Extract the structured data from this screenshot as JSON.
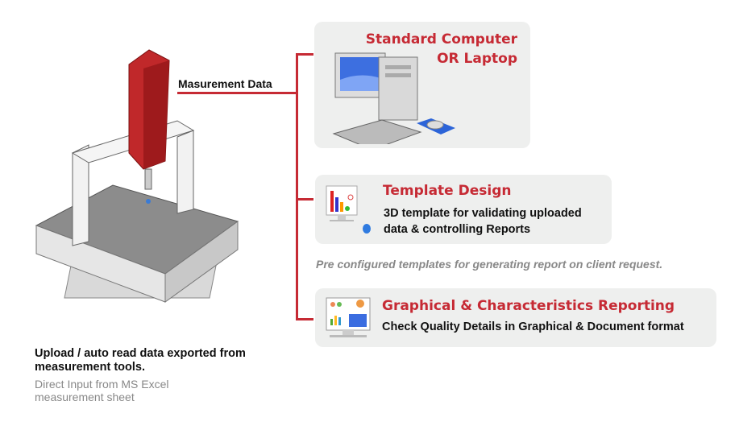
{
  "machine": {
    "label": "Masurement Data"
  },
  "left_text": {
    "primary": "Upload / auto read data exported from measurement tools.",
    "secondary": "Direct Input from MS Excel measurement sheet"
  },
  "cards": [
    {
      "title_line1": "Standard Computer",
      "title_line2": "OR Laptop"
    },
    {
      "title": "Template Design",
      "description_line1": "3D template for validating uploaded",
      "description_line2": "data & controlling Reports"
    },
    {
      "title": "Graphical & Characteristics Reporting",
      "description": "Check Quality Details in Graphical & Document format"
    }
  ],
  "note": "Pre configured templates for generating report on client request.",
  "colors": {
    "accent": "#c62a34",
    "card_bg": "#eeefee"
  }
}
